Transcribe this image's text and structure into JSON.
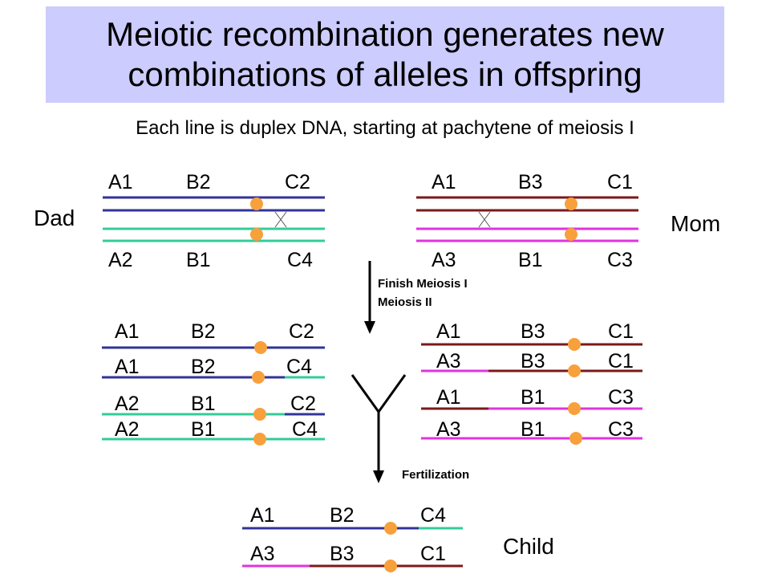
{
  "title_line1": "Meiotic recombination generates new",
  "title_line2": "combinations of alleles in offspring",
  "subtitle": "Each line is duplex DNA, starting at pachytene of meiosis I",
  "parents": {
    "dad_label": "Dad",
    "mom_label": "Mom",
    "dad_top": [
      "A1",
      "B2",
      "C2"
    ],
    "dad_bottom": [
      "A2",
      "B1",
      "C4"
    ],
    "mom_top": [
      "A1",
      "B3",
      "C1"
    ],
    "mom_bottom": [
      "A3",
      "B1",
      "C3"
    ]
  },
  "process": {
    "step1_line1": "Finish Meiosis I",
    "step1_line2": "Meiosis II",
    "fertilization": "Fertilization"
  },
  "dad_gametes": [
    [
      "A1",
      "B2",
      "C2"
    ],
    [
      "A1",
      "B2",
      "C4"
    ],
    [
      "A2",
      "B1",
      "C2"
    ],
    [
      "A2",
      "B1",
      "C4"
    ]
  ],
  "mom_gametes": [
    [
      "A1",
      "B3",
      "C1"
    ],
    [
      "A3",
      "B3",
      "C1"
    ],
    [
      "A1",
      "B1",
      "C3"
    ],
    [
      "A3",
      "B1",
      "C3"
    ]
  ],
  "child": {
    "label": "Child",
    "chrom1": [
      "A1",
      "B2",
      "C4"
    ],
    "chrom2": [
      "A3",
      "B3",
      "C1"
    ]
  },
  "colors": {
    "title_bg": "#ccccff",
    "dad_blue": "#33339a",
    "dad_teal": "#33cc99",
    "mom_maroon": "#7a1a1a",
    "mom_magenta": "#e033e0",
    "centromere": "#f7a03c"
  }
}
